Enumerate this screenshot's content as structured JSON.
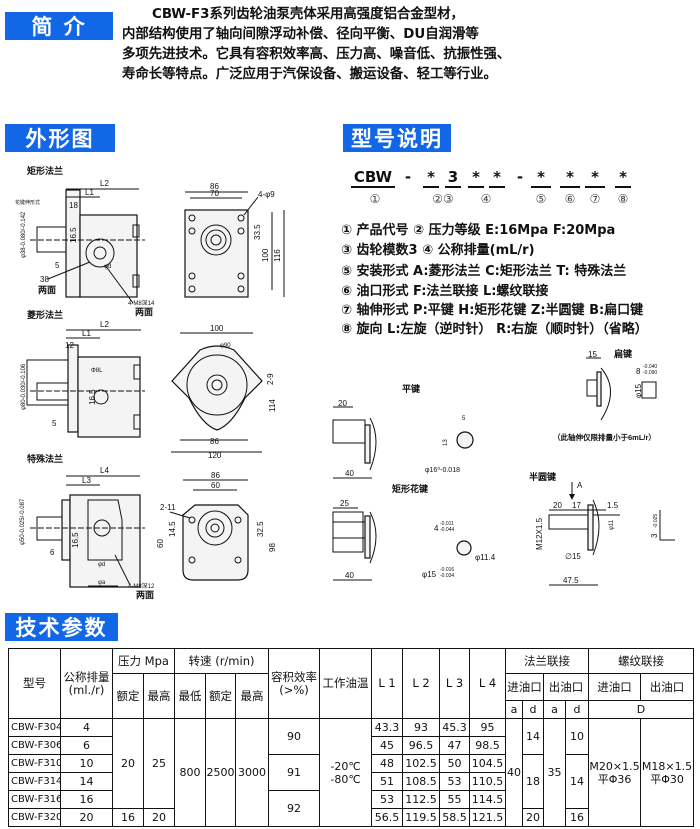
{
  "intro": {
    "header": "简 介",
    "lines": [
      "CBW-F3系列齿轮油泵壳体采用高强度铝合金型材，",
      "内部结构使用了轴向间隙浮动补偿、径向平衡、DU自润滑等",
      "多项先进技术。它具有容积效率高、压力高、噪音低、抗振性强、",
      "寿命长等特点。广泛应用于汽保设备、搬运设备、轻工等行业。"
    ]
  },
  "outline": {
    "header": "外形图",
    "rect_flange": {
      "title": "矩形法兰",
      "shaft_note": "花键伸形式",
      "L2": "L2",
      "L1": "L1",
      "d18": "18",
      "dia": "φ38-0.080/-0.142",
      "d165": "16.5",
      "d5": "5",
      "d38": "38",
      "both1": "两面",
      "thread": "4-M8深14",
      "both2": "两面",
      "phid": "φd",
      "w86": "86",
      "w70": "70",
      "holes": "4-φ9",
      "h335": "33.5",
      "h100": "100",
      "h116": "116"
    },
    "diamond_flange": {
      "title": "菱形法兰",
      "L2": "L2",
      "L1": "L1",
      "d12": "12",
      "dia": "φ80-0.030/-0.106",
      "port": "Φ8L",
      "d165": "16.5",
      "d5": "5",
      "w100": "100",
      "phi90": "φ90",
      "slot": "2-9",
      "h114": "114",
      "w86": "86",
      "w120": "120"
    },
    "special_flange": {
      "title": "特殊法兰",
      "L4": "L4",
      "L3": "L3",
      "dia": "φ50-0.025/-0.087",
      "d6": "6",
      "d165": "16.5",
      "phid": "φd",
      "phia": "φa",
      "thread": "4-M8深12",
      "both": "两面",
      "w86": "86",
      "w60": "60",
      "holes": "2-11",
      "h325": "32.5",
      "h145": "14.5",
      "h60": "60",
      "h98": "98"
    }
  },
  "model": {
    "header": "型号说明",
    "code": [
      "CBW",
      "-",
      "*",
      "3",
      "*",
      "*",
      "-",
      "*",
      "*",
      "*",
      "*"
    ],
    "markers": [
      "①",
      "②③",
      "④",
      "⑤",
      "⑥",
      "⑦",
      "⑧"
    ],
    "lines": [
      "①  产品代号   ②  压力等级 E:16Mpa  F:20Mpa",
      "③  齿轮模数3  ④  公称排量(mL/r)",
      "⑤  安装形式  A:菱形法兰  C:矩形法兰  T:  特殊法兰",
      "⑥  油口形式  F:法兰联接   L:螺纹联接",
      "⑦  轴伸形式  P:平键  H:矩形花键  Z:半圆键  B:扁口键",
      "⑧  旋向     L:左旋（逆时针）  R:右旋（顺时针）（省略）"
    ]
  },
  "shafts": {
    "flat_key": {
      "title": "平键",
      "d20": "20",
      "d40": "40",
      "d5": "5",
      "d13": "13",
      "dia": "φ16⁰-0.018"
    },
    "spline": {
      "title": "矩形花键",
      "d25": "25",
      "d40": "40",
      "d4": "4",
      "tol4a": "-0.011",
      "tol4b": "-0.044",
      "phi114": "φ11.4",
      "phi15": "φ15",
      "tol15a": "-0.016",
      "tol15b": "-0.034"
    },
    "flat_cut": {
      "title": "扁键",
      "d15": "15",
      "d8": "8",
      "tol8a": "-0.040",
      "tol8b": "-0.090",
      "phi15": "φ15",
      "note": "（此轴伸仅限排量小于6mL/r）"
    },
    "woodruff": {
      "title": "半圆键",
      "A": "A",
      "d20": "20",
      "d17": "17",
      "d15": "1.5",
      "thread": "M12X1.5",
      "phi11": "φ11",
      "phi15": "∅15",
      "d475": "47.5",
      "d3": "3",
      "tol3": "-0.025"
    }
  },
  "specs": {
    "header": "技术参数",
    "columns": {
      "model": "型号",
      "disp": "公称排量",
      "disp_unit": "(ml./r)",
      "pressure": "压力 Mpa",
      "rated": "额定",
      "max": "最高",
      "speed": "转速  (r/min)",
      "min": "最低",
      "speed_rated": "额定",
      "speed_max": "最高",
      "eff": "容积效率",
      "eff_unit": "(>%)",
      "temp": "工作油温",
      "L1": "L 1",
      "L2": "L 2",
      "L3": "L 3",
      "L4": "L 4",
      "flange": "法兰联接",
      "thread": "螺纹联接",
      "inlet": "进油口",
      "outlet": "出油口",
      "inlet2": "进油口",
      "outlet2": "出油口",
      "a1": "a",
      "d1": "d",
      "a2": "a",
      "d2": "d",
      "D": "D"
    },
    "rows": [
      {
        "model": "CBW-F304",
        "disp": "4",
        "L1": "43.3",
        "L2": "93",
        "L3": "45.3",
        "L4": "95"
      },
      {
        "model": "CBW-F306",
        "disp": "6",
        "L1": "45",
        "L2": "96.5",
        "L3": "47",
        "L4": "98.5"
      },
      {
        "model": "CBW-F310",
        "disp": "10",
        "L1": "48",
        "L2": "102.5",
        "L3": "50",
        "L4": "104.5"
      },
      {
        "model": "CBW-F314",
        "disp": "14",
        "L1": "51",
        "L2": "108.5",
        "L3": "53",
        "L4": "110.5"
      },
      {
        "model": "CBW-F316",
        "disp": "16",
        "L1": "53",
        "L2": "112.5",
        "L3": "55",
        "L4": "114.5"
      },
      {
        "model": "CBW-F320",
        "disp": "20",
        "L1": "56.5",
        "L2": "119.5",
        "L3": "58.5",
        "L4": "121.5"
      }
    ],
    "merged": {
      "rated_p": "20",
      "max_p": "25",
      "rated_p_f320": "16",
      "max_p_f320": "20",
      "speed_min": "800",
      "speed_rated": "2500",
      "speed_max": "3000",
      "eff_a": "90",
      "eff_b": "91",
      "eff_c": "92",
      "temp_low": "-20℃",
      "temp_high": "-80℃",
      "in_a": "40",
      "in_d_a": "14",
      "in_d_b": "18",
      "in_d_c": "20",
      "out_a": "35",
      "out_d_a": "10",
      "out_d_b": "14",
      "out_d_c": "16",
      "thread_in": "M20×1.5",
      "thread_in2": "平Φ36",
      "thread_out": "M18×1.5",
      "thread_out2": "平Φ30"
    }
  },
  "colors": {
    "header_bg": "#1167e6",
    "header_text": "#ffffff"
  }
}
